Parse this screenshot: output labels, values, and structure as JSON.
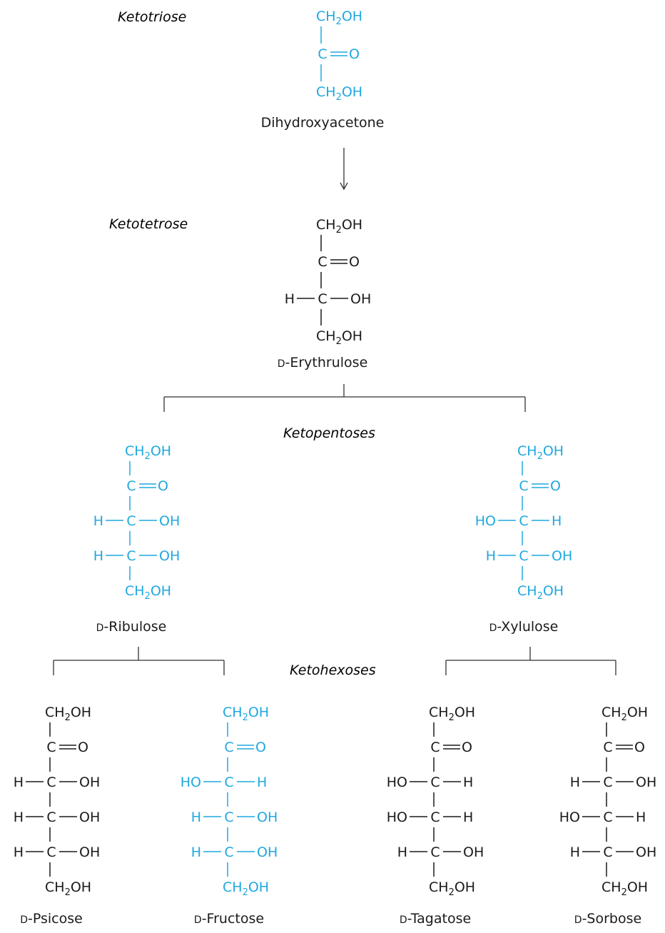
{
  "colors": {
    "highlight": "#1fa8e0",
    "normal": "#1a1a1a",
    "line": "#333333"
  },
  "headings": {
    "ketotriose": "Ketotriose",
    "ketotetrose": "Ketotetrose",
    "ketopentoses": "Ketopentoses",
    "ketohexoses": "Ketohexoses"
  },
  "molecules": [
    {
      "id": "dihydroxyacetone",
      "name_prefix": "",
      "name": "Dihydroxyacetone",
      "highlight": true,
      "rows": [
        {
          "type": "top",
          "label": "CH2OH"
        },
        {
          "type": "carbonyl"
        },
        {
          "type": "bottom",
          "label": "CH2OH"
        }
      ]
    },
    {
      "id": "d-erythrulose",
      "name_prefix": "D",
      "name": "-Erythrulose",
      "highlight": false,
      "rows": [
        {
          "type": "top",
          "label": "CH2OH"
        },
        {
          "type": "carbonyl"
        },
        {
          "type": "chiral",
          "left": "H",
          "right": "OH"
        },
        {
          "type": "bottom",
          "label": "CH2OH"
        }
      ]
    },
    {
      "id": "d-ribulose",
      "name_prefix": "D",
      "name": "-Ribulose",
      "highlight": true,
      "rows": [
        {
          "type": "top",
          "label": "CH2OH"
        },
        {
          "type": "carbonyl"
        },
        {
          "type": "chiral",
          "left": "H",
          "right": "OH"
        },
        {
          "type": "chiral",
          "left": "H",
          "right": "OH"
        },
        {
          "type": "bottom",
          "label": "CH2OH"
        }
      ]
    },
    {
      "id": "d-xylulose",
      "name_prefix": "D",
      "name": "-Xylulose",
      "highlight": true,
      "rows": [
        {
          "type": "top",
          "label": "CH2OH"
        },
        {
          "type": "carbonyl"
        },
        {
          "type": "chiral",
          "left": "HO",
          "right": "H"
        },
        {
          "type": "chiral",
          "left": "H",
          "right": "OH"
        },
        {
          "type": "bottom",
          "label": "CH2OH"
        }
      ]
    },
    {
      "id": "d-psicose",
      "name_prefix": "D",
      "name": "-Psicose",
      "highlight": false,
      "rows": [
        {
          "type": "top",
          "label": "CH2OH"
        },
        {
          "type": "carbonyl"
        },
        {
          "type": "chiral",
          "left": "H",
          "right": "OH"
        },
        {
          "type": "chiral",
          "left": "H",
          "right": "OH"
        },
        {
          "type": "chiral",
          "left": "H",
          "right": "OH"
        },
        {
          "type": "bottom",
          "label": "CH2OH"
        }
      ]
    },
    {
      "id": "d-fructose",
      "name_prefix": "D",
      "name": "-Fructose",
      "highlight": true,
      "rows": [
        {
          "type": "top",
          "label": "CH2OH"
        },
        {
          "type": "carbonyl"
        },
        {
          "type": "chiral",
          "left": "HO",
          "right": "H"
        },
        {
          "type": "chiral",
          "left": "H",
          "right": "OH"
        },
        {
          "type": "chiral",
          "left": "H",
          "right": "OH"
        },
        {
          "type": "bottom",
          "label": "CH2OH"
        }
      ]
    },
    {
      "id": "d-tagatose",
      "name_prefix": "D",
      "name": "-Tagatose",
      "highlight": false,
      "rows": [
        {
          "type": "top",
          "label": "CH2OH"
        },
        {
          "type": "carbonyl"
        },
        {
          "type": "chiral",
          "left": "HO",
          "right": "H"
        },
        {
          "type": "chiral",
          "left": "HO",
          "right": "H"
        },
        {
          "type": "chiral",
          "left": "H",
          "right": "OH"
        },
        {
          "type": "bottom",
          "label": "CH2OH"
        }
      ]
    },
    {
      "id": "d-sorbose",
      "name_prefix": "D",
      "name": "-Sorbose",
      "highlight": false,
      "rows": [
        {
          "type": "top",
          "label": "CH2OH"
        },
        {
          "type": "carbonyl"
        },
        {
          "type": "chiral",
          "left": "H",
          "right": "OH"
        },
        {
          "type": "chiral",
          "left": "HO",
          "right": "H"
        },
        {
          "type": "chiral",
          "left": "H",
          "right": "OH"
        },
        {
          "type": "bottom",
          "label": "CH2OH"
        }
      ]
    }
  ]
}
